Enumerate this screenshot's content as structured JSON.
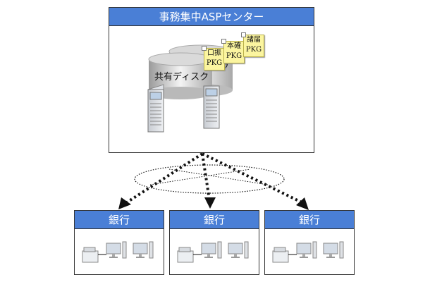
{
  "center": {
    "title": "事務集中ASPセンター",
    "disk_label": "共有ディスク",
    "disk_label_partial": "スク",
    "packages": [
      {
        "line1": "口振",
        "line2": "PKG"
      },
      {
        "line1": "本確",
        "line2": "PKG"
      },
      {
        "line1": "諸届",
        "line2": "PKG"
      }
    ]
  },
  "banks": [
    {
      "title": "銀行"
    },
    {
      "title": "銀行"
    },
    {
      "title": "銀行"
    }
  ],
  "colors": {
    "header": "#4a7fd6",
    "package": "#fbf5a0"
  }
}
